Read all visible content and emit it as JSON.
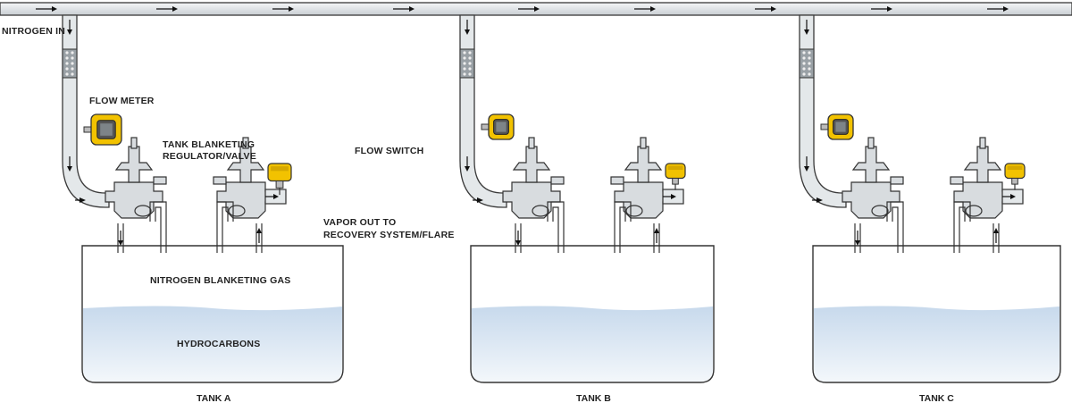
{
  "labels": {
    "nitrogen_in": "NITROGEN IN",
    "flow_meter": "FLOW METER",
    "tank_blanketing_1": "TANK BLANKETING",
    "tank_blanketing_2": "REGULATOR/VALVE",
    "flow_switch": "FLOW SWITCH",
    "vapor_out_1": "VAPOR OUT TO",
    "vapor_out_2": "RECOVERY SYSTEM/FLARE",
    "nitrogen_gas": "NITROGEN BLANKETING GAS",
    "hydrocarbons": "HYDROCARBONS"
  },
  "tanks": [
    {
      "name": "TANK A"
    },
    {
      "name": "TANK B"
    },
    {
      "name": "TANK C"
    }
  ],
  "colors": {
    "instrument_yellow": "#f2c200",
    "liquid_blue": "#c7d9ec",
    "pipe_fill": "#e4e8ea",
    "outline": "#333333"
  },
  "icons": [
    "flow-meter-icon",
    "flow-switch-icon",
    "valve-icon",
    "flow-arrow-icon"
  ]
}
